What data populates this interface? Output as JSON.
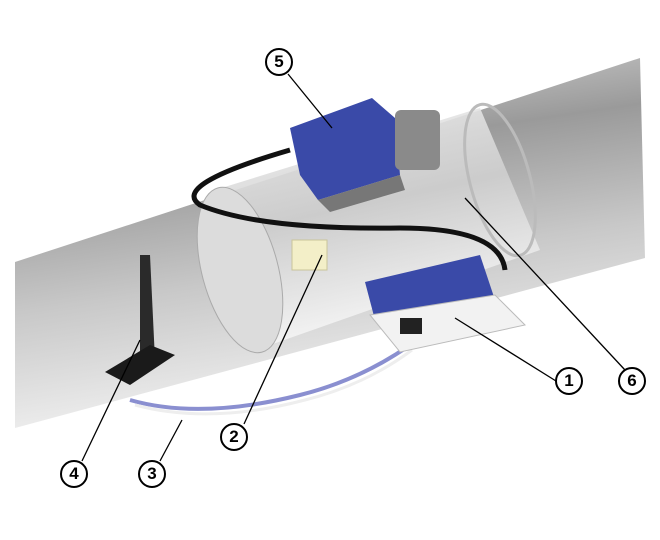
{
  "callouts": {
    "c1": "1",
    "c2": "2",
    "c3": "3",
    "c4": "4",
    "c5": "5",
    "c6": "6"
  },
  "colors": {
    "duct": "#b8b8b8",
    "actuator_blue": "#3a4aa8",
    "cable": "#111111",
    "tube": "#8a8fd0"
  }
}
